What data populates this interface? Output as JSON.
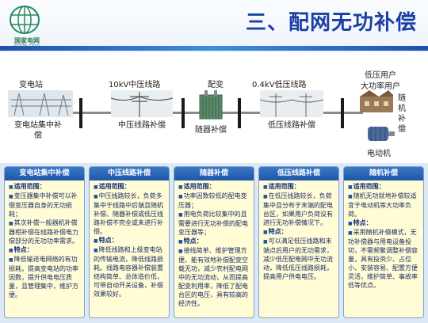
{
  "header": {
    "logo_name": "国家电网",
    "logo_sub": "STATE GRID",
    "title": "三、配网无功补偿"
  },
  "diagram": {
    "stages": [
      {
        "label": "变电站",
        "box": "变电站集中补偿"
      },
      {
        "label": "10kV中压线路",
        "box": "中压线路补偿"
      },
      {
        "label": "配变",
        "box": "随器补偿"
      },
      {
        "label": "0.4kV低压线路",
        "box": "低压线路补偿"
      },
      {
        "label": "低压用户",
        "sublabel": "大功率用户",
        "box": "随机补偿",
        "motor": "电动机"
      }
    ]
  },
  "cards": [
    {
      "title": "变电站集中补偿",
      "scope_label": "适用范围：",
      "scope": [
        "变压器集中补偿可以补偿变压器自身的无功损耗；",
        "其次补偿一般器机补偿器相补偿在线路补偿电力偿部分的无功功率需求。"
      ],
      "feature_label": "特点：",
      "feature": [
        "降低输送电网络的有功损耗，提高变电站的功率因数，提升供电电压质量，且管理集中，维护方便。"
      ]
    },
    {
      "title": "中压线路补偿",
      "scope_label": "适用范围：",
      "scope": [
        "中压线路较长，负荷多集中于线路中后端且随机补偿、随器补偿或低压线路补偿不完全或未进行补偿。"
      ],
      "feature_label": "特点：",
      "feature": [
        "降低线路和上级变电站的传输电流，降低线路损耗。线路电容器补偿装置结构简单、总体造价低，可带自动开关设备，补偿效果较好。"
      ]
    },
    {
      "title": "随器补偿",
      "scope_label": "适用范围：",
      "scope": [
        "功率因数较低的配电变压器；",
        "用电负荷比较集中的且需要进行无功补偿的配电变压器等；"
      ],
      "feature_label": "特点：",
      "feature": [
        "接线简单、维护管理方便、能有效地补偿配变空载无功，减少农村配电网中的无功流动，从而提高配变利用率，降低了配电台区的电压，具有较高的经济性。"
      ]
    },
    {
      "title": "低压线路补偿",
      "scope_label": "适用范围：",
      "scope": [
        "在低压线路较长，负荷集中且分布于末端的配电台区，如果用户负荷没有进行无功补偿情况下。"
      ],
      "feature_label": "特点：",
      "feature": [
        "可以满足低压线路和末端点后用户的无功需求，减少低压配电网中无功流动，降低低压线路损耗，提高用户供电电压。"
      ]
    },
    {
      "title": "随机补偿",
      "scope_label": "适用范围：",
      "scope": [
        "随机无功就地补偿较适宜于电动机等大功率负荷。"
      ],
      "feature_label": "特点：",
      "feature": [
        "采用随机补偿模式，无功补偿器与用电设备投切，不需频繁调整补偿容量，具有投资少、占位小、安装容易、配置方便灵活，维护简单、事故率低等优点。"
      ]
    }
  ]
}
